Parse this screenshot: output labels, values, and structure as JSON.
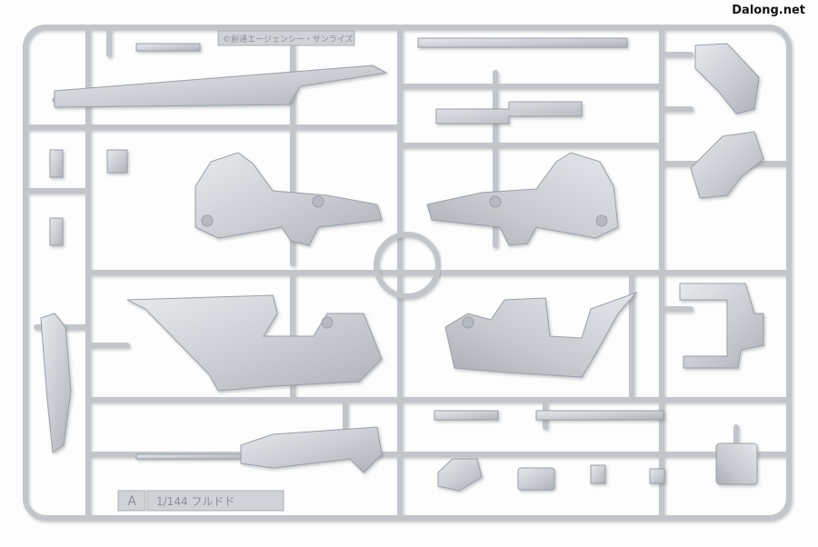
{
  "photo": {
    "watermark": "Dalong.net",
    "subject": "plastic model kit runner A"
  },
  "runner": {
    "letter": "A",
    "scale_and_name": "1/144 フルドド",
    "copyright_tag": "©創通エージェンシー・サンライズ",
    "plastic_color": "#c3c7cc"
  }
}
